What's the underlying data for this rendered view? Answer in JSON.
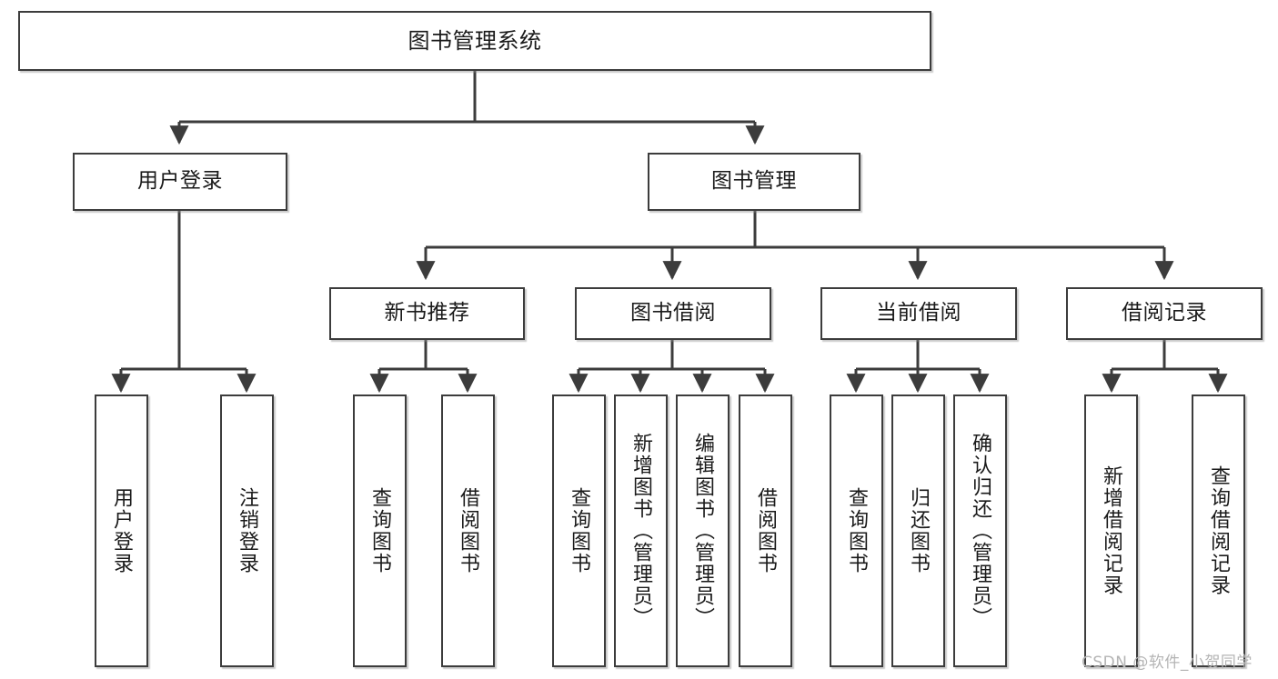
{
  "diagram": {
    "title": "图书管理系统",
    "type": "hierarchy-tree",
    "levels": 4,
    "root": {
      "id": "root",
      "label": "图书管理系统"
    },
    "level2": [
      {
        "id": "user-login",
        "label": "用户登录"
      },
      {
        "id": "book-manage",
        "label": "图书管理"
      }
    ],
    "level3": [
      {
        "id": "new-book-recommend",
        "label": "新书推荐"
      },
      {
        "id": "book-borrow",
        "label": "图书借阅"
      },
      {
        "id": "current-borrow",
        "label": "当前借阅"
      },
      {
        "id": "borrow-record",
        "label": "借阅记录"
      }
    ],
    "leaves": [
      {
        "id": "leaf-user-login",
        "label": "用户登录",
        "parent": "user-login"
      },
      {
        "id": "leaf-logout-login",
        "label": "注销登录",
        "parent": "user-login"
      },
      {
        "id": "leaf-query-book-1",
        "label": "查询图书",
        "parent": "new-book-recommend"
      },
      {
        "id": "leaf-borrow-book-1",
        "label": "借阅图书",
        "parent": "new-book-recommend"
      },
      {
        "id": "leaf-query-book-2",
        "label": "查询图书",
        "parent": "book-borrow"
      },
      {
        "id": "leaf-add-book",
        "label": "新增图书（管理员）",
        "parent": "book-borrow"
      },
      {
        "id": "leaf-edit-book",
        "label": "编辑图书（管理员）",
        "parent": "book-borrow"
      },
      {
        "id": "leaf-borrow-book-2",
        "label": "借阅图书",
        "parent": "book-borrow"
      },
      {
        "id": "leaf-query-book-3",
        "label": "查询图书",
        "parent": "current-borrow"
      },
      {
        "id": "leaf-return-book",
        "label": "归还图书",
        "parent": "current-borrow"
      },
      {
        "id": "leaf-confirm-return",
        "label": "确认归还（管理员）",
        "parent": "current-borrow"
      },
      {
        "id": "leaf-add-record",
        "label": "新增借阅记录",
        "parent": "borrow-record"
      },
      {
        "id": "leaf-query-record",
        "label": "查询借阅记录",
        "parent": "borrow-record"
      }
    ],
    "colors": {
      "border": "#3c3c3c",
      "background": "#ffffff",
      "text": "#1a1a1a",
      "watermark": "#b4b4b4"
    }
  },
  "watermark": {
    "text": "CSDN @软件_小贺同学"
  }
}
